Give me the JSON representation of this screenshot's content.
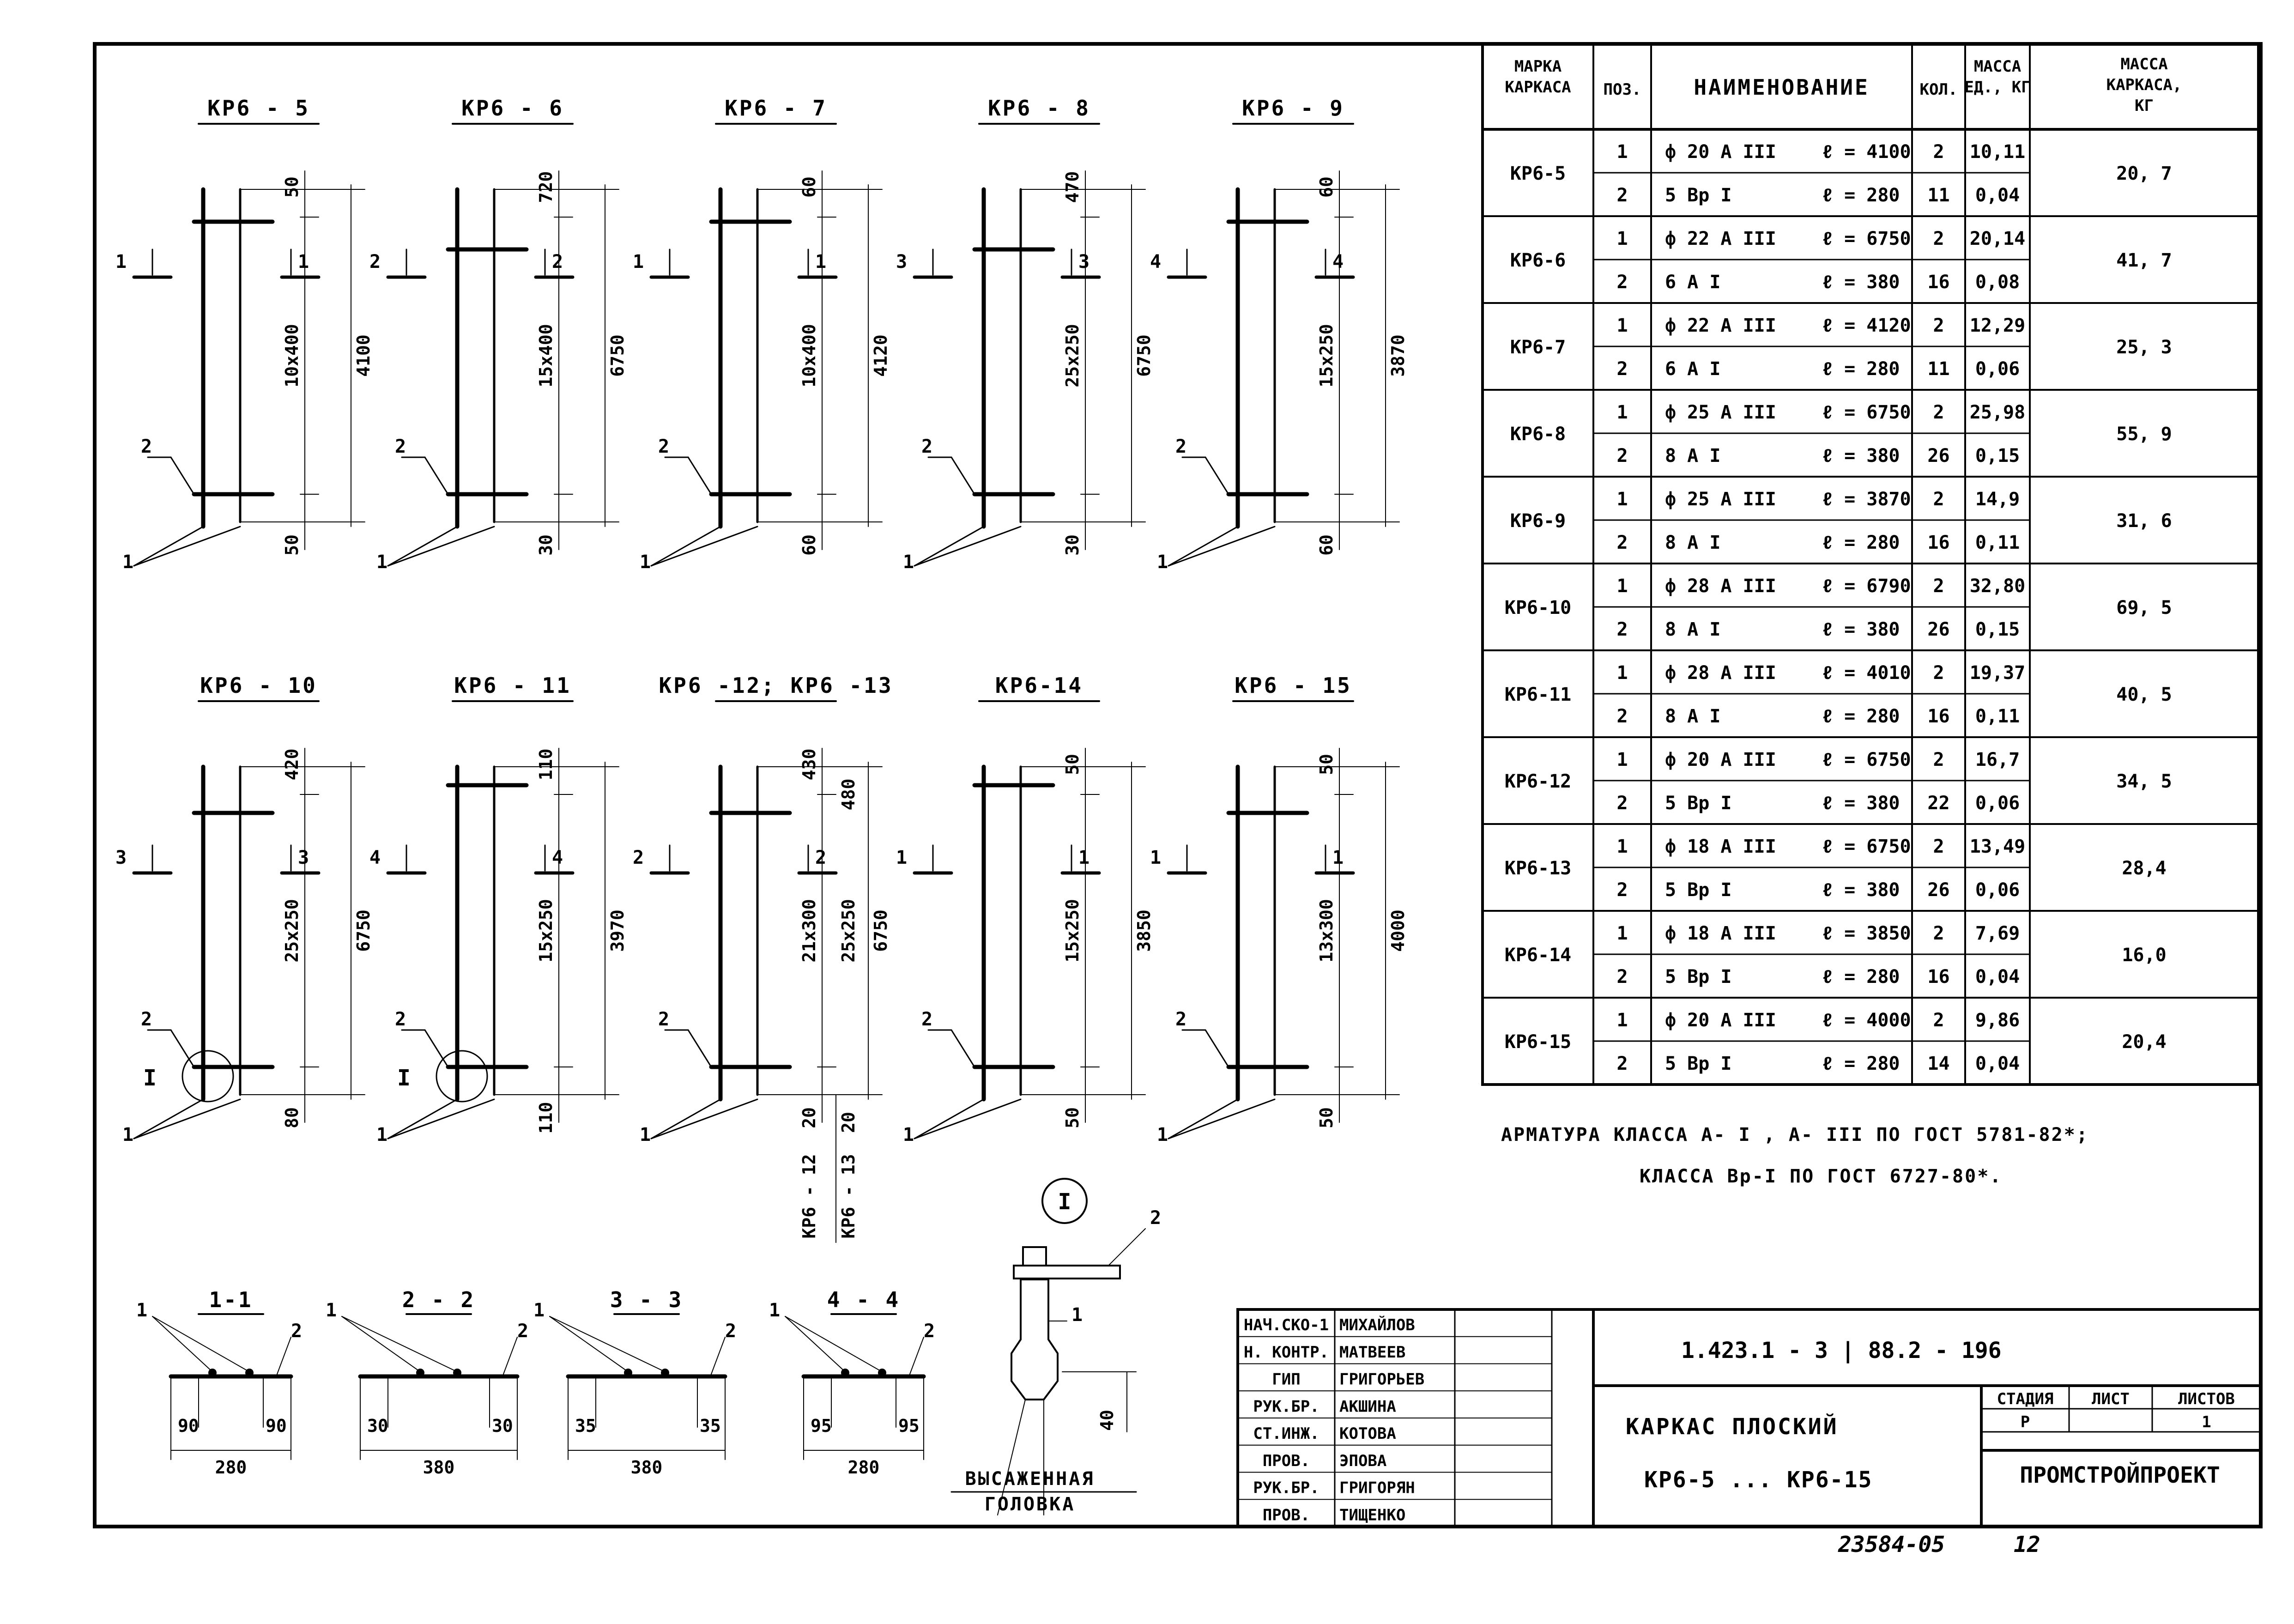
{
  "elevations": [
    {
      "title": "КР6 - 5",
      "top": "50",
      "bottom": "50",
      "spacing": "10х400",
      "total": "4100",
      "pos2": "2",
      "pos1": "1",
      "sec": "1"
    },
    {
      "title": "КР6 - 6",
      "top": "720",
      "bottom": "30",
      "spacing": "15х400",
      "total": "6750",
      "pos2": "2",
      "pos1": "1",
      "sec": "2"
    },
    {
      "title": "КР6 - 7",
      "top": "60",
      "bottom": "60",
      "spacing": "10х400",
      "total": "4120",
      "pos2": "2",
      "pos1": "1",
      "sec": "1"
    },
    {
      "title": "КР6 - 8",
      "top": "470",
      "bottom": "30",
      "spacing": "25х250",
      "total": "6750",
      "pos2": "2",
      "pos1": "1",
      "sec": "3"
    },
    {
      "title": "КР6 - 9",
      "top": "60",
      "bottom": "60",
      "spacing": "15х250",
      "total": "3870",
      "pos2": "2",
      "pos1": "1",
      "sec": "4"
    },
    {
      "title": "КР6 - 10",
      "top": "420",
      "bottom": "80",
      "spacing": "25х250",
      "total": "6750",
      "pos2": "2",
      "pos1": "1",
      "sec": "3",
      "node": "I"
    },
    {
      "title": "КР6 - 11",
      "top": "110",
      "bottom": "110",
      "spacing": "15х250",
      "total": "3970",
      "pos2": "2",
      "pos1": "1",
      "sec": "4",
      "node": "I"
    },
    {
      "title": "КР6 -12; КР6 -13",
      "top": "430",
      "top2": "480",
      "bottom": "20",
      "bottom2": "20",
      "spacing": "21х300",
      "spacing2": "25х250",
      "total": "6750",
      "pos2": "2",
      "pos1": "1",
      "sec": "2",
      "label_a": "КР6 - 12",
      "label_b": "КР6 - 13"
    },
    {
      "title": "КР6-14",
      "top": "50",
      "bottom": "50",
      "spacing": "15х250",
      "total": "3850",
      "pos2": "2",
      "pos1": "1",
      "sec": "1"
    },
    {
      "title": "КР6 - 15",
      "top": "50",
      "bottom": "50",
      "spacing": "13х300",
      "total": "4000",
      "pos2": "2",
      "pos1": "1",
      "sec": "1"
    }
  ],
  "sections": [
    {
      "title": "1-1",
      "left": "90",
      "right": "90",
      "total": "280",
      "p1": "1",
      "p2": "2"
    },
    {
      "title": "2 - 2",
      "left": "30",
      "right": "30",
      "total": "380",
      "p1": "1",
      "p2": "2"
    },
    {
      "title": "3 - 3",
      "left": "35",
      "right": "35",
      "total": "380",
      "p1": "1",
      "p2": "2"
    },
    {
      "title": "4 - 4",
      "left": "95",
      "right": "95",
      "total": "280",
      "p1": "1",
      "p2": "2"
    }
  ],
  "node_detail": {
    "label": "I",
    "p1": "1",
    "p2": "2",
    "dim": "40",
    "caption1": "ВЫСАЖЕННАЯ",
    "caption2": "ГОЛОВКА"
  },
  "table": {
    "headers": {
      "mark": "МАРКА КАРКАСА",
      "pos": "ПОЗ.",
      "name": "НАИМЕНОВАНИЕ",
      "qty": "КОЛ.",
      "unit_mass": "МАССА ЕД., КГ",
      "frame_mass": "МАССА КАРКАСА, КГ"
    },
    "rows": [
      {
        "mark": "КР6-5",
        "mass": "20, 7",
        "items": [
          {
            "pos": "1",
            "bar": "ф 20 А III",
            "len": "ℓ = 4100",
            "qty": "2",
            "unit": "10,11"
          },
          {
            "pos": "2",
            "bar": "5 Вр I",
            "len": "ℓ = 280",
            "qty": "11",
            "unit": "0,04"
          }
        ]
      },
      {
        "mark": "КР6-6",
        "mass": "41, 7",
        "items": [
          {
            "pos": "1",
            "bar": "ф 22 А III",
            "len": "ℓ = 6750",
            "qty": "2",
            "unit": "20,14"
          },
          {
            "pos": "2",
            "bar": "6 А I",
            "len": "ℓ = 380",
            "qty": "16",
            "unit": "0,08"
          }
        ]
      },
      {
        "mark": "КР6-7",
        "mass": "25, 3",
        "items": [
          {
            "pos": "1",
            "bar": "ф 22 А III",
            "len": "ℓ = 4120",
            "qty": "2",
            "unit": "12,29"
          },
          {
            "pos": "2",
            "bar": "6 А I",
            "len": "ℓ = 280",
            "qty": "11",
            "unit": "0,06"
          }
        ]
      },
      {
        "mark": "КР6-8",
        "mass": "55, 9",
        "items": [
          {
            "pos": "1",
            "bar": "ф 25 А III",
            "len": "ℓ = 6750",
            "qty": "2",
            "unit": "25,98"
          },
          {
            "pos": "2",
            "bar": "8 А I",
            "len": "ℓ = 380",
            "qty": "26",
            "unit": "0,15"
          }
        ]
      },
      {
        "mark": "КР6-9",
        "mass": "31, 6",
        "items": [
          {
            "pos": "1",
            "bar": "ф 25 А III",
            "len": "ℓ = 3870",
            "qty": "2",
            "unit": "14,9"
          },
          {
            "pos": "2",
            "bar": "8 А I",
            "len": "ℓ = 280",
            "qty": "16",
            "unit": "0,11"
          }
        ]
      },
      {
        "mark": "КР6-10",
        "mass": "69, 5",
        "items": [
          {
            "pos": "1",
            "bar": "ф 28 А III",
            "len": "ℓ = 6790",
            "qty": "2",
            "unit": "32,80"
          },
          {
            "pos": "2",
            "bar": "8 А I",
            "len": "ℓ = 380",
            "qty": "26",
            "unit": "0,15"
          }
        ]
      },
      {
        "mark": "КР6-11",
        "mass": "40, 5",
        "items": [
          {
            "pos": "1",
            "bar": "ф 28 А III",
            "len": "ℓ = 4010",
            "qty": "2",
            "unit": "19,37"
          },
          {
            "pos": "2",
            "bar": "8 А I",
            "len": "ℓ = 280",
            "qty": "16",
            "unit": "0,11"
          }
        ]
      },
      {
        "mark": "КР6-12",
        "mass": "34, 5",
        "items": [
          {
            "pos": "1",
            "bar": "ф 20 А III",
            "len": "ℓ = 6750",
            "qty": "2",
            "unit": "16,7"
          },
          {
            "pos": "2",
            "bar": "5 Вр I",
            "len": "ℓ = 380",
            "qty": "22",
            "unit": "0,06"
          }
        ]
      },
      {
        "mark": "КР6-13",
        "mass": "28,4",
        "items": [
          {
            "pos": "1",
            "bar": "ф 18 А III",
            "len": "ℓ = 6750",
            "qty": "2",
            "unit": "13,49"
          },
          {
            "pos": "2",
            "bar": "5 Вр I",
            "len": "ℓ = 380",
            "qty": "26",
            "unit": "0,06"
          }
        ]
      },
      {
        "mark": "КР6-14",
        "mass": "16,0",
        "items": [
          {
            "pos": "1",
            "bar": "ф 18 А III",
            "len": "ℓ = 3850",
            "qty": "2",
            "unit": "7,69"
          },
          {
            "pos": "2",
            "bar": "5 Вр I",
            "len": "ℓ = 280",
            "qty": "16",
            "unit": "0,04"
          }
        ]
      },
      {
        "mark": "КР6-15",
        "mass": "20,4",
        "items": [
          {
            "pos": "1",
            "bar": "ф 20 А III",
            "len": "ℓ = 4000",
            "qty": "2",
            "unit": "9,86"
          },
          {
            "pos": "2",
            "bar": "5 Вр I",
            "len": "ℓ = 280",
            "qty": "14",
            "unit": "0,04"
          }
        ]
      }
    ]
  },
  "notes": {
    "line1": "АРМАТУРА КЛАССА А- I , А- III ПО ГОСТ 5781-82*;",
    "line2": "КЛАССА Вр-I ПО ГОСТ 6727-80*."
  },
  "stamp": {
    "people": [
      {
        "role": "НАЧ.СКО-1",
        "name": "МИХАЙЛОВ"
      },
      {
        "role": "Н. КОНТР.",
        "name": "МАТВЕЕВ"
      },
      {
        "role": "ГИП",
        "name": "ГРИГОРЬЕВ"
      },
      {
        "role": "РУК.БР.",
        "name": "АКШИНА"
      },
      {
        "role": "СТ.ИНЖ.",
        "name": "КОТОВА"
      },
      {
        "role": "ПРОВ.",
        "name": "ЭПОВА"
      },
      {
        "role": "РУК.БР.",
        "name": "ГРИГОРЯН"
      },
      {
        "role": "ПРОВ.",
        "name": "ТИЩЕНКО"
      }
    ],
    "code": "1.423.1 - 3 | 88.2 - 196",
    "title1": "КАРКАС   ПЛОСКИЙ",
    "title2": "КР6-5 ... КР6-15",
    "stage_h": "СТАДИЯ",
    "sheet_h": "ЛИСТ",
    "sheets_h": "ЛИСТОВ",
    "stage": "Р",
    "sheet": "",
    "sheets": "1",
    "org": "ПРОМСТРОЙПРОЕКТ",
    "inventory": "23584-05",
    "page": "12"
  }
}
